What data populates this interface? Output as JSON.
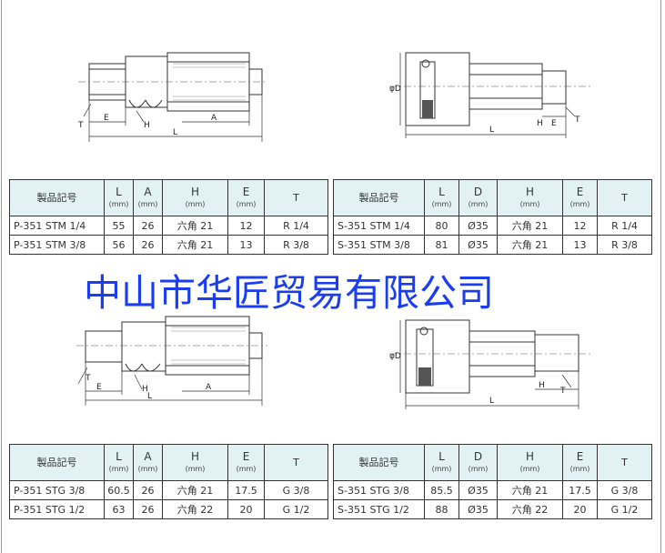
{
  "company_banner": "中山市华匠贸易有限公司",
  "colors": {
    "header_bg": "#e2f1f4",
    "banner": "#1a3df0",
    "border": "#333333"
  },
  "drawings": {
    "top_left": {
      "dims": {
        "t": "T",
        "e": "E",
        "h": "H",
        "l": "L",
        "a": "A"
      }
    },
    "top_right": {
      "dims": {
        "d": "φD",
        "l": "L",
        "h": "H",
        "e": "E",
        "t": "T"
      }
    },
    "bottom_left": {
      "dims": {
        "t": "T",
        "e": "E",
        "h": "H",
        "l": "L",
        "a": "A"
      }
    },
    "bottom_right": {
      "dims": {
        "d": "φD",
        "l": "L",
        "h": "H",
        "t": "T"
      }
    }
  },
  "tables": {
    "stm_plug": {
      "headers": [
        {
          "label": "製品記号",
          "unit": ""
        },
        {
          "label": "L",
          "unit": "(mm)"
        },
        {
          "label": "A",
          "unit": "(mm)"
        },
        {
          "label": "H",
          "unit": "(mm)"
        },
        {
          "label": "E",
          "unit": "(mm)"
        },
        {
          "label": "T",
          "unit": ""
        }
      ],
      "rows": [
        [
          "P-351 STM 1/4",
          "55",
          "26",
          "六角 21",
          "12",
          "R 1/4"
        ],
        [
          "P-351 STM 3/8",
          "56",
          "26",
          "六角 21",
          "13",
          "R 3/8"
        ]
      ]
    },
    "stm_socket": {
      "headers": [
        {
          "label": "製品記号",
          "unit": ""
        },
        {
          "label": "L",
          "unit": "(mm)"
        },
        {
          "label": "D",
          "unit": "(mm)"
        },
        {
          "label": "H",
          "unit": "(mm)"
        },
        {
          "label": "E",
          "unit": "(mm)"
        },
        {
          "label": "T",
          "unit": ""
        }
      ],
      "rows": [
        [
          "S-351 STM 1/4",
          "80",
          "Ø35",
          "六角 21",
          "12",
          "R 1/4"
        ],
        [
          "S-351 STM 3/8",
          "81",
          "Ø35",
          "六角 21",
          "13",
          "R 3/8"
        ]
      ]
    },
    "stg_plug": {
      "headers": [
        {
          "label": "製品記号",
          "unit": ""
        },
        {
          "label": "L",
          "unit": "(mm)"
        },
        {
          "label": "A",
          "unit": "(mm)"
        },
        {
          "label": "H",
          "unit": "(mm)"
        },
        {
          "label": "E",
          "unit": "(mm)"
        },
        {
          "label": "T",
          "unit": ""
        }
      ],
      "rows": [
        [
          "P-351 STG 3/8",
          "60.5",
          "26",
          "六角 21",
          "17.5",
          "G 3/8"
        ],
        [
          "P-351 STG 1/2",
          "63",
          "26",
          "六角 22",
          "20",
          "G 1/2"
        ]
      ]
    },
    "stg_socket": {
      "headers": [
        {
          "label": "製品記号",
          "unit": ""
        },
        {
          "label": "L",
          "unit": "(mm)"
        },
        {
          "label": "D",
          "unit": "(mm)"
        },
        {
          "label": "H",
          "unit": "(mm)"
        },
        {
          "label": "E",
          "unit": "(mm)"
        },
        {
          "label": "T",
          "unit": ""
        }
      ],
      "rows": [
        [
          "S-351 STG 3/8",
          "85.5",
          "Ø35",
          "六角 21",
          "17.5",
          "G 3/8"
        ],
        [
          "S-351 STG 1/2",
          "88",
          "Ø35",
          "六角 22",
          "20",
          "G 1/2"
        ]
      ]
    }
  }
}
